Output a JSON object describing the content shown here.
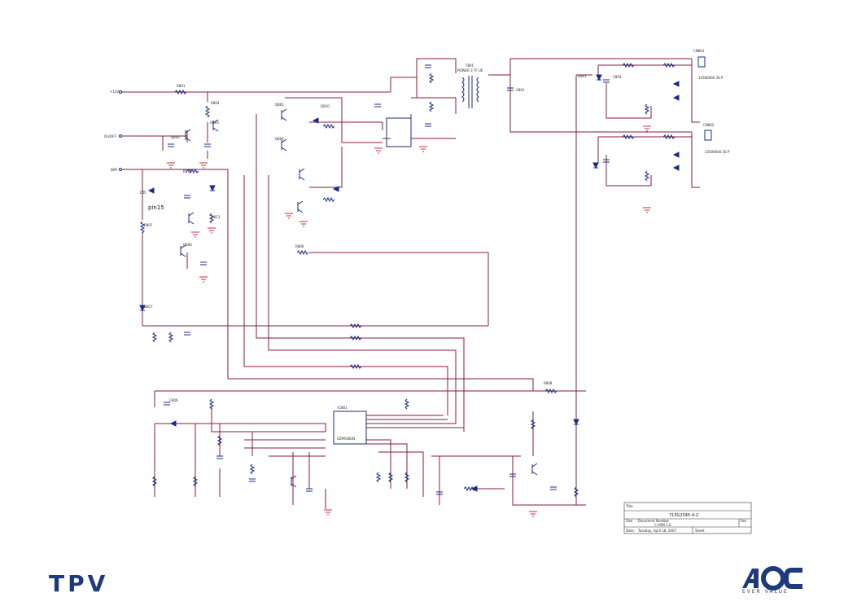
{
  "nets": {
    "v12": "+12V",
    "onoff": "On/OFF",
    "dim": "DIM",
    "dtc": "DTC",
    "pin15": "pin15"
  },
  "connectors": {
    "cn801": "CN801",
    "cn801_part": "33506000 3S P",
    "cn802": "CN802",
    "cn802_part": "33506000 3S P"
  },
  "transformer": {
    "ref": "T801",
    "part": "POWER 3 TF UE"
  },
  "ic": {
    "ref": "IC801",
    "part": "OZ9938GN"
  },
  "components": {
    "r801": "R801",
    "r804": "R804",
    "r807": "R807",
    "r811": "R811",
    "r813": "R813",
    "r806": "R806",
    "r808": "R808",
    "q801": "Q801",
    "q802": "Q802",
    "q803": "Q803",
    "q804": "Q804",
    "q806": "Q806",
    "d801": "D801",
    "d810": "D810",
    "d817": "D817",
    "c801": "C801",
    "c803": "C803",
    "c806": "C806",
    "pin15_note": "pin15"
  },
  "title_block": {
    "title_label": "Title",
    "title_value": "715G2545-4-2",
    "size_label": "Size",
    "doc_label": "Document Number",
    "doc_value": "C-ASM 1.0",
    "rev_label": "Rev",
    "date_label": "Date:",
    "date_value": "Tuesday, April 18, 2007",
    "sheet_label": "Sheet"
  },
  "logos": {
    "left": "TPV",
    "right": "AOC",
    "right_tagline": "EVER VALUE"
  },
  "colors": {
    "wire": "#8a1a3a",
    "component": "#1a2a8a",
    "ground": "#c43030",
    "logo": "#1e3a7a"
  }
}
